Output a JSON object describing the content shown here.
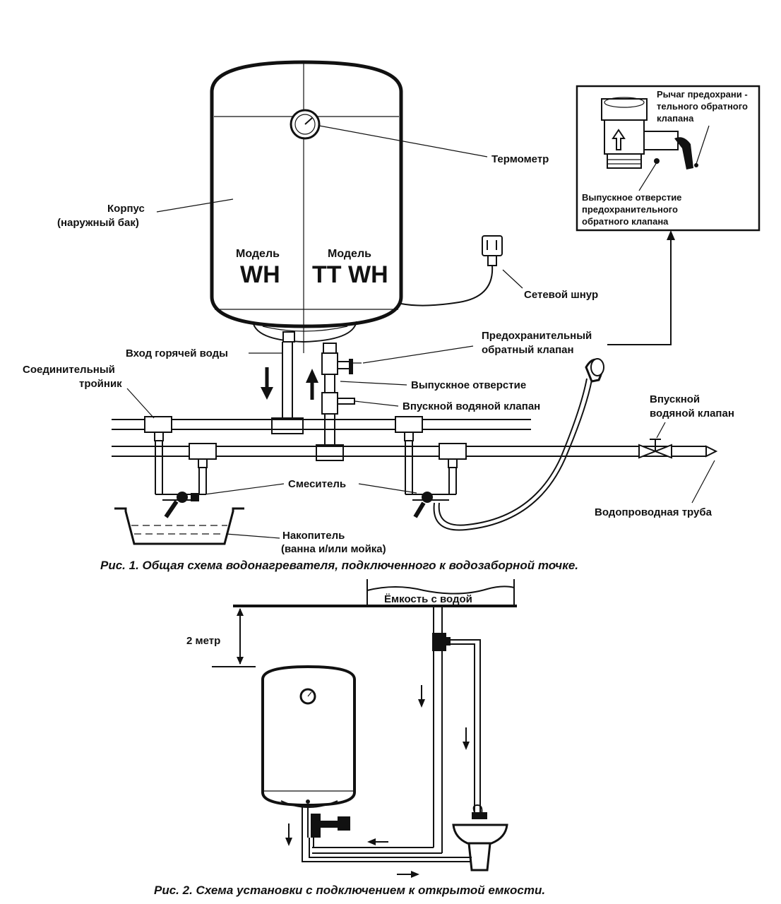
{
  "figure1": {
    "caption": "Рис. 1. Общая схема водонагревателя, подключенного к водозаборной точке.",
    "labels": {
      "thermometer": "Термометр",
      "body_line1": "Корпус",
      "body_line2": "(наружный бак)",
      "model_left_word": "Модель",
      "model_left_name": "WH",
      "model_right_word": "Модель",
      "model_right_name": "TT WH",
      "power_cord": "Сетевой шнур",
      "hot_water_inlet": "Вход горячей воды",
      "safety_valve_line1": "Предохранительный",
      "safety_valve_line2": "обратный клапан",
      "outlet": "Выпускное отверстие",
      "inlet_valve": "Впускной водяной клапан",
      "tee_line1": "Соединительный",
      "tee_line2": "тройник",
      "mixer": "Смеситель",
      "storage_line1": "Накопитель",
      "storage_line2": "(ванна и/или мойка)",
      "ext_inlet_valve_line1": "Впускной",
      "ext_inlet_valve_line2": "водяной клапан",
      "water_pipe": "Водопроводная труба"
    },
    "inset": {
      "lever_line1": "Рычаг предохрани -",
      "lever_line2": "тельного обратного",
      "lever_line3": "клапана",
      "outlet_line1": "Выпускное отверстие",
      "outlet_line2": "предохранительного",
      "outlet_line3": "обратного клапана"
    }
  },
  "figure2": {
    "caption": "Рис. 2. Схема установки с подключением к открытой емкости.",
    "tank_label": "Ёмкость с водой",
    "height_label": "2 метр"
  }
}
